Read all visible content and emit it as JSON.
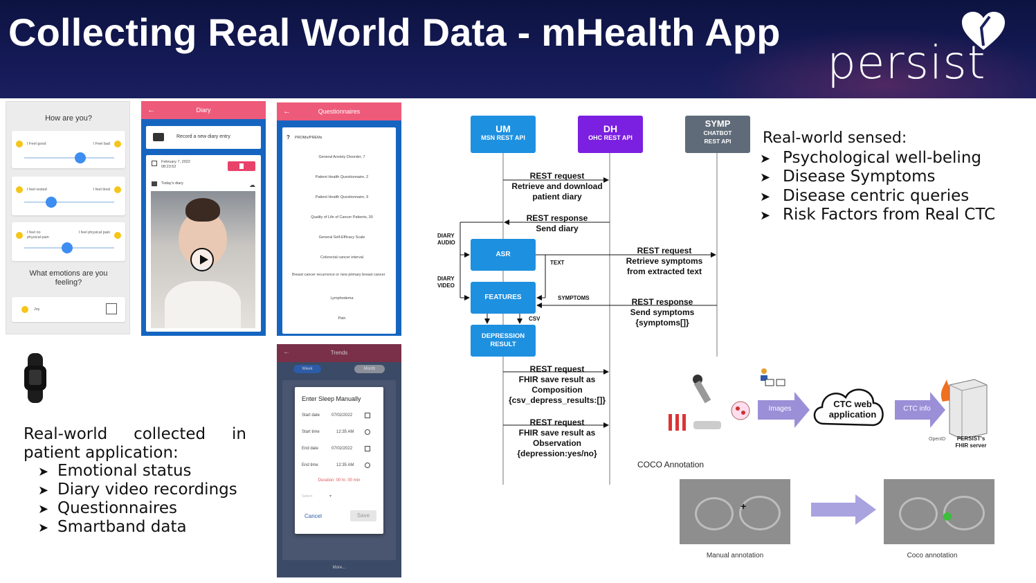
{
  "header": {
    "title": "Collecting Real World Data - mHealth App",
    "logo_text": "persist"
  },
  "how_are_you": {
    "title": "How are you?",
    "sliders": [
      {
        "left": "I Feel good",
        "right": "I Feel bad",
        "level": 0.62
      },
      {
        "left": "I feel rested",
        "right": "I feel tired",
        "level": 0.3
      },
      {
        "left": "I feel no physical pain",
        "right": "I feel physical pain",
        "level": 0.48
      }
    ],
    "emotions_title": "What emotions are you feeling?",
    "emotion_item": "Joy"
  },
  "diary": {
    "title": "Diary",
    "record_label": "Record a new diary entry",
    "date": "February 7, 2022",
    "time": "08:23:52",
    "todays_label": "Today's diary"
  },
  "questionnaires": {
    "title": "Questionnaires",
    "header": "PROMs/PREMs",
    "items": [
      "General Anxiety Disorder, 7",
      "Patient Health Questionnaire, 2",
      "Patient Health Questionnaire, 9",
      "Quality of Life of Cancer Patients, 30",
      "General Self-Efficacy Scale",
      "Colorectal cancer interval",
      "Breast cancer recurrence or new primary breast cancer",
      "Lymphedema",
      "Pain"
    ]
  },
  "sleep": {
    "top_title": "Trends",
    "tab_week": "Week",
    "tab_month": "Month",
    "dialog_title": "Enter Sleep Manually",
    "rows": [
      {
        "label": "Start date",
        "value": "07/02/2022"
      },
      {
        "label": "Start time",
        "value": "12:35 AM"
      },
      {
        "label": "End date",
        "value": "07/02/2022"
      },
      {
        "label": "End time",
        "value": "12:35 AM"
      }
    ],
    "duration": "Duration: 00 hr. 00 min",
    "select_label": "Select",
    "cancel": "Cancel",
    "save": "Save",
    "more": "More..."
  },
  "left_list": {
    "title": "Real-world collected in patient application:",
    "items": [
      "Emotional status",
      "Diary video recordings",
      "Questionnaires",
      "Smartband data"
    ]
  },
  "right_list": {
    "title": "Real-world sensed:",
    "items": [
      "Psychological well-beling",
      "Disease Symptoms",
      "Disease centric queries",
      "Risk Factors from Real CTC"
    ]
  },
  "diagram": {
    "nodes": {
      "um": {
        "line1": "UM",
        "line2": "MSN REST API",
        "color": "#1e90e0"
      },
      "dh": {
        "line1": "DH",
        "line2": "OHC REST API",
        "color": "#7b1fe0"
      },
      "symp": {
        "line1": "SYMP",
        "line2": "CHATBOT",
        "line3": "REST API",
        "color": "#5f6b78"
      },
      "asr": "ASR",
      "features": "FEATURES",
      "depression": "DEPRESSION RESULT"
    },
    "messages": {
      "m1": [
        "REST request",
        "Retrieve and download",
        "patient diary"
      ],
      "m2": [
        "REST response",
        "Send diary"
      ],
      "m3": [
        "REST request",
        "Retrieve symptoms",
        "from extracted text"
      ],
      "m4": [
        "REST response",
        "Send symptoms",
        "{symptoms[]}"
      ],
      "m5": [
        "REST request",
        "FHIR save result as",
        "Composition",
        "{csv_depress_results:[]}"
      ],
      "m6": [
        "REST request",
        "FHIR save result as",
        "Observation",
        "{depression:yes/no}"
      ]
    },
    "labels": {
      "diary_audio": "DIARY AUDIO",
      "diary_video": "DIARY VIDEO",
      "text": "TEXT",
      "symptoms": "SYMPTOMS",
      "csv": "CSV"
    }
  },
  "ctc": {
    "images_label": "Images",
    "cloud_label": "CTC web application",
    "info_label": "CTC info",
    "server_label": "PERSIST's FHIR server",
    "openid": "OpenID",
    "coco_title": "COCO Annotation",
    "manual_caption": "Manual annotation",
    "coco_caption": "Coco annotation"
  }
}
